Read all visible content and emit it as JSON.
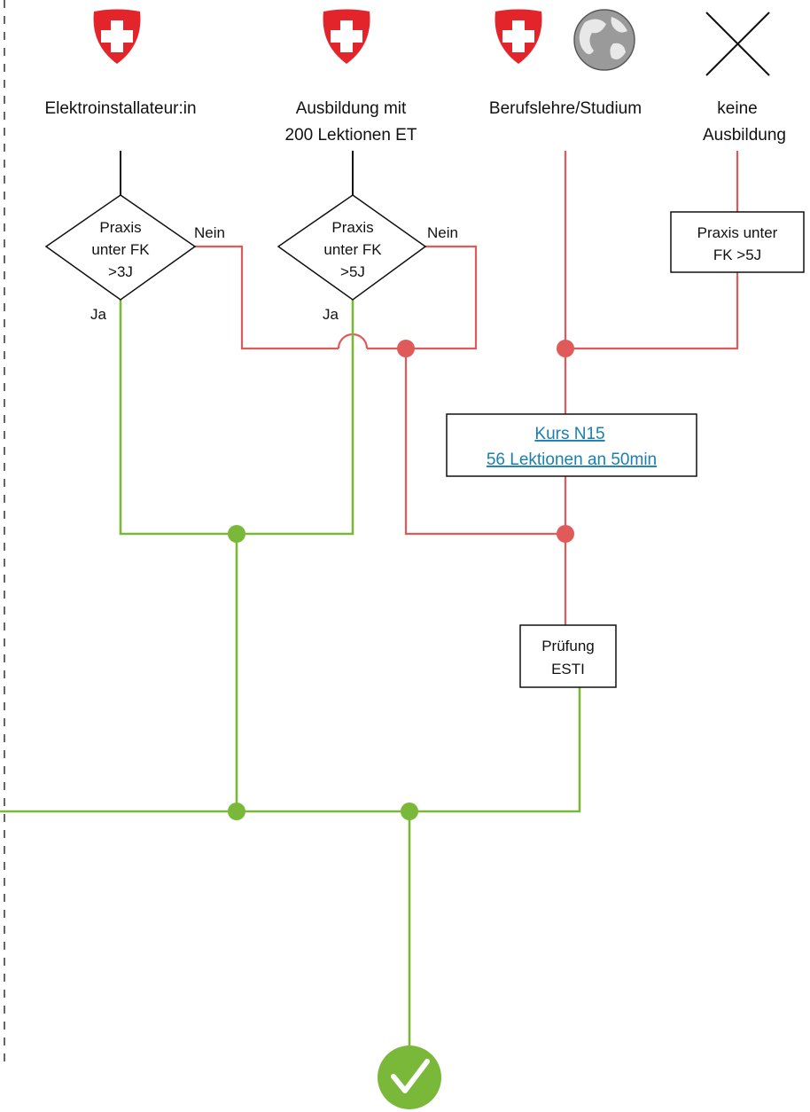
{
  "colors": {
    "no_path": "#e05a5a",
    "yes_path": "#7ab83a",
    "swiss_red": "#e4242b",
    "link": "#1a7fb0"
  },
  "columns": [
    {
      "icons": [
        "swiss-shield-icon"
      ],
      "label_lines": [
        "Elektroinstallateur:in"
      ]
    },
    {
      "icons": [
        "swiss-shield-icon"
      ],
      "label_lines": [
        "Ausbildung mit",
        "200 Lektionen ET"
      ]
    },
    {
      "icons": [
        "swiss-shield-icon",
        "globe-icon"
      ],
      "label_lines": [
        "Berufslehre/Studium"
      ]
    },
    {
      "icons": [
        "cross-x-icon"
      ],
      "label_lines": [
        "keine",
        "Ausbildung"
      ]
    }
  ],
  "decisions": [
    {
      "lines": [
        "Praxis",
        "unter FK",
        ">3J"
      ],
      "no_label": "Nein",
      "yes_label": "Ja"
    },
    {
      "lines": [
        "Praxis",
        "unter FK",
        ">5J"
      ],
      "no_label": "Nein",
      "yes_label": "Ja"
    }
  ],
  "practice_box": {
    "lines": [
      "Praxis unter",
      "FK >5J"
    ]
  },
  "course_link": {
    "lines": [
      "Kurs N15",
      "56 Lektionen an 50min"
    ]
  },
  "exam_box": {
    "lines": [
      "Prüfung",
      "ESTI"
    ]
  },
  "result": {
    "icon": "checkmark-icon"
  }
}
